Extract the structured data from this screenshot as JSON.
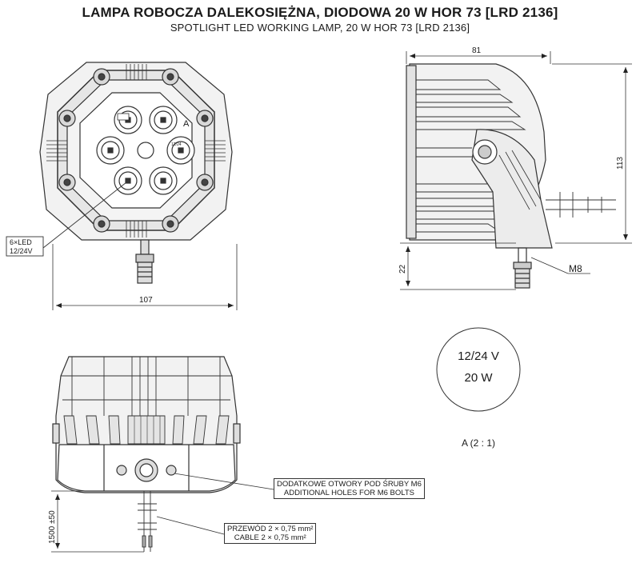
{
  "header": {
    "title": "LAMPA ROBOCZA DALEKOSIĘŻNA, DIODOWA 20 W HOR 73 [LRD 2136]",
    "subtitle": "SPOTLIGHT LED WORKING LAMP, 20 W HOR 73 [LRD 2136]"
  },
  "front_view": {
    "dim_width": "107",
    "callout_line1": "6×LED",
    "callout_line2": "12/24V",
    "marker_a": "A",
    "tiny_label": "12/24"
  },
  "side_view": {
    "dim_depth": "81",
    "dim_height": "113",
    "dim_bolt": "22",
    "bolt_label": "M8"
  },
  "detail_a": {
    "voltage": "12/24 V",
    "power": "20 W",
    "scale": "A (2 : 1)"
  },
  "bottom_view": {
    "holes_pl": "DODATKOWE OTWORY POD ŚRUBY M6",
    "holes_en": "ADDITIONAL HOLES FOR M6 BOLTS",
    "cable_pl": "PRZEWÓD 2 × 0,75 mm²",
    "cable_en": "CABLE 2 × 0,75 mm²",
    "cable_length": "1500 ±50"
  }
}
